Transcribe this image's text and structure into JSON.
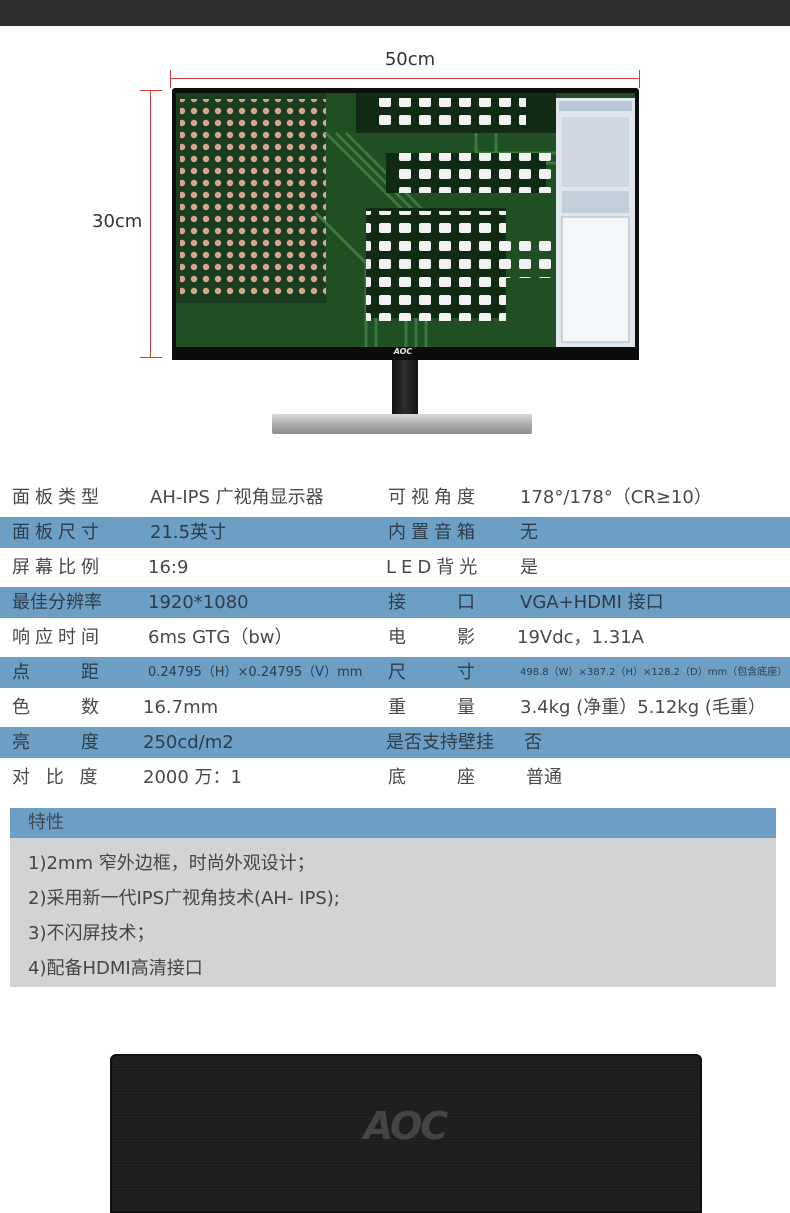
{
  "dimensions": {
    "width_label": "50cm",
    "height_label": "30cm"
  },
  "monitor": {
    "brand_logo": "AOC"
  },
  "specs": [
    {
      "label": "面板类型",
      "value": "AH-IPS 广视角显示器",
      "label2": "可视角度",
      "value2": "178°/178°（CR≥10）"
    },
    {
      "label": "面板尺寸",
      "value": "21.5英寸",
      "label2": "内置音箱",
      "value2": "无"
    },
    {
      "label": "屏幕比例",
      "value": "16:9",
      "label2": "LED背光",
      "value2": "是"
    },
    {
      "label": "最佳分辨率",
      "value": "1920*1080",
      "label2": "接　　口",
      "value2": "VGA+HDMI  接口"
    },
    {
      "label": "响应时间",
      "value": "6ms  GTG（bw）",
      "label2": "电　　影",
      "value2": "19Vdc，1.31A"
    },
    {
      "label": "点　　距",
      "value": "0.24795（H）×0.24795（V）mm",
      "label2": "尺　　寸",
      "value2": "498.8（W）×387.2（H）×128.2（D）mm（包含底座）"
    },
    {
      "label": "色　　数",
      "value": "16.7mm",
      "label2": "重　　量",
      "value2": "3.4kg (净重）5.12kg (毛重）"
    },
    {
      "label": "亮　　度",
      "value": "250cd/m2",
      "label2": "是否支持壁挂",
      "value2": "否"
    },
    {
      "label": "对 比 度",
      "value": "2000 万：1",
      "label2": "底　　座",
      "value2": "普通"
    }
  ],
  "features": {
    "title": "特性",
    "items": [
      "1)2mm  窄外边框，时尚外观设计；",
      "2)采用新一代IPS广视角技术(AH- IPS);",
      "3)不闪屏技术；",
      "4)配备HDMI高清接口"
    ]
  },
  "bottom_logo": "AOC",
  "colors": {
    "row_shade": "#6d9ec3",
    "feature_bg": "#d3d3d3",
    "dimension_line": "#d23a3a",
    "topbar": "#2f2f2f"
  }
}
